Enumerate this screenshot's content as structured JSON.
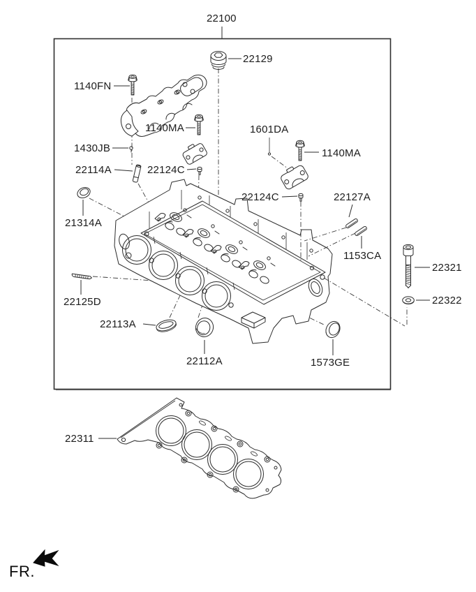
{
  "figure": {
    "kind": "engine-parts-exploded-diagram",
    "assembly": "CYLINDER HEAD",
    "fr_label": "FR.",
    "line_color": "#2b2b2b",
    "background": "#ffffff"
  },
  "callouts": {
    "c22100": "22100",
    "c22129": "22129",
    "c1140fn": "1140FN",
    "c1140ma_left": "1140MA",
    "c1601da": "1601DA",
    "c1140ma_right": "1140MA",
    "c1430jb": "1430JB",
    "c22114a": "22114A",
    "c22124c_left": "22124C",
    "c22124c_right": "22124C",
    "c22127a": "22127A",
    "c21314a": "21314A",
    "c1153ca": "1153CA",
    "c22321": "22321",
    "c22125d": "22125D",
    "c22322": "22322",
    "c22113a": "22113A",
    "c22112a": "22112A",
    "c1573ge": "1573GE",
    "c22311": "22311"
  }
}
